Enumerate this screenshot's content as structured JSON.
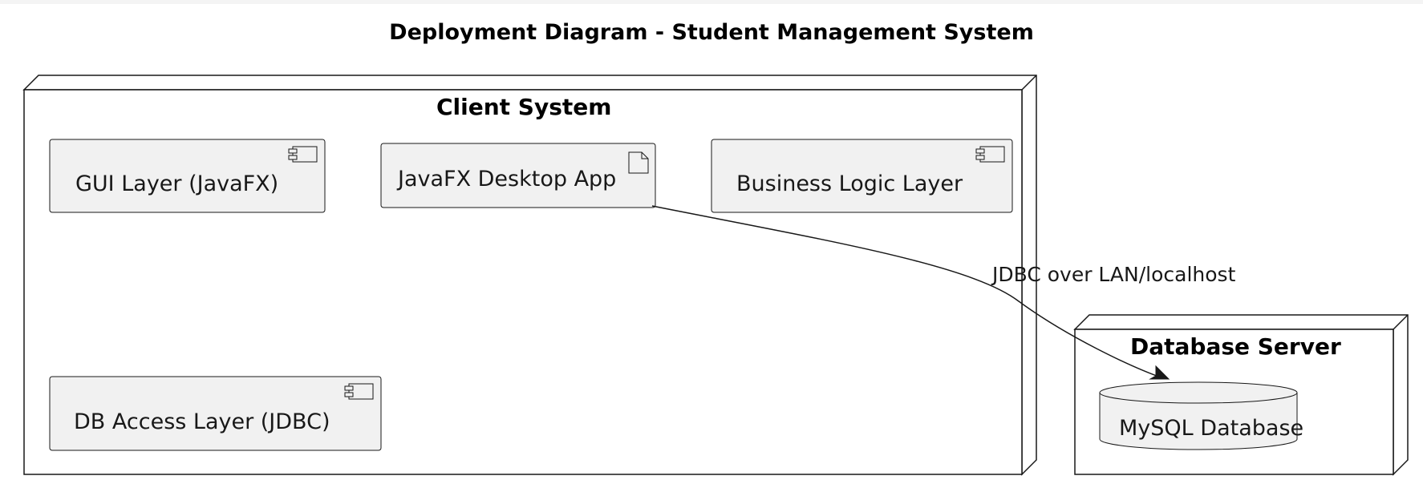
{
  "diagram": {
    "title": "Deployment Diagram - Student Management System",
    "nodes": {
      "client": {
        "title": "Client System"
      },
      "server": {
        "title": "Database Server"
      }
    },
    "components": {
      "gui_layer": {
        "label": "GUI Layer (JavaFX)"
      },
      "desktop_app": {
        "label": "JavaFX Desktop App"
      },
      "business_logic": {
        "label": "Business Logic Layer"
      },
      "db_access": {
        "label": "DB Access Layer (JDBC)"
      },
      "mysql_db": {
        "label": "MySQL Database"
      }
    },
    "edges": [
      {
        "from": "JavaFX Desktop App",
        "to": "MySQL Database",
        "label": "JDBC over LAN/localhost"
      }
    ],
    "colors": {
      "element_fill": "#f1f1f1",
      "stroke": "#181818",
      "background": "#ffffff"
    }
  }
}
